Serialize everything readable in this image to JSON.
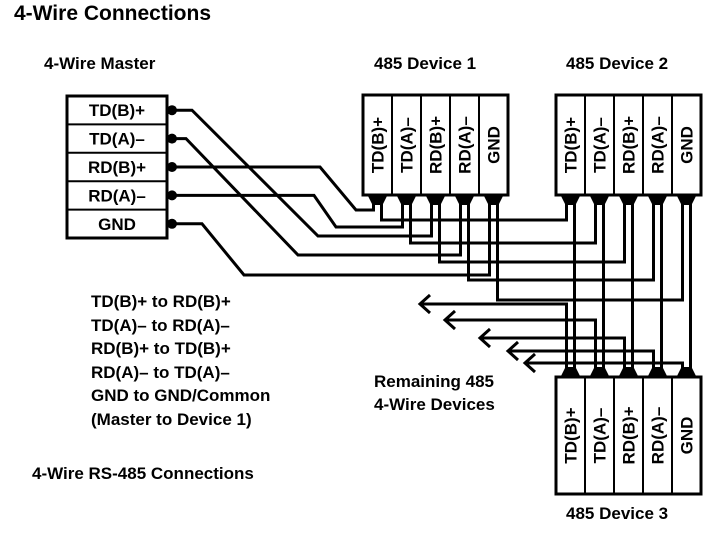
{
  "title": "4-Wire Connections",
  "master": {
    "label": "4-Wire Master",
    "terminals": [
      "TD(B)+",
      "TD(A)–",
      "RD(B)+",
      "RD(A)–",
      "GND"
    ]
  },
  "devices": [
    {
      "label": "485 Device 1",
      "terminals": [
        "TD(B)+",
        "TD(A)–",
        "RD(B)+",
        "RD(A)–",
        "GND"
      ]
    },
    {
      "label": "485 Device 2",
      "terminals": [
        "TD(B)+",
        "TD(A)–",
        "RD(B)+",
        "RD(A)–",
        "GND"
      ]
    },
    {
      "label": "485 Device 3",
      "terminals": [
        "TD(B)+",
        "TD(A)–",
        "RD(B)+",
        "RD(A)–",
        "GND"
      ]
    }
  ],
  "connections": [
    "TD(B)+ to RD(B)+",
    "TD(A)– to RD(A)–",
    "RD(B)+ to TD(B)+",
    "RD(A)– to TD(A)–",
    "GND to GND/Common",
    "(Master to Device 1)"
  ],
  "remaining": [
    "Remaining 485",
    "4-Wire Devices"
  ],
  "caption": "4-Wire RS-485 Connections",
  "colors": {
    "line": "#000000",
    "background": "#ffffff"
  }
}
